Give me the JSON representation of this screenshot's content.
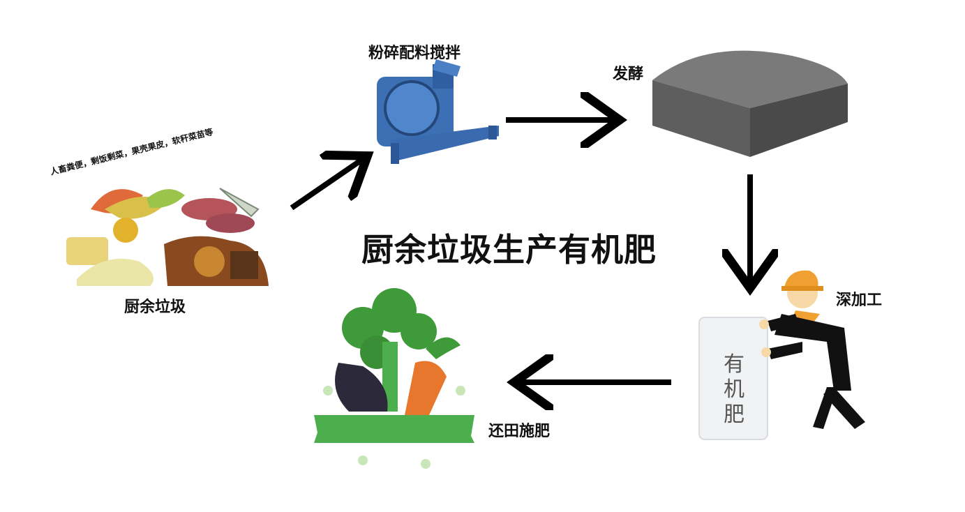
{
  "title": "厨余垃圾生产有机肥",
  "nodes": {
    "waste": {
      "label": "厨余垃圾",
      "caption": "人畜粪便，剩饭剩菜，果壳果皮，软秆菜苗等"
    },
    "crush": {
      "label": "粉碎配料搅拌"
    },
    "ferment": {
      "label": "发酵"
    },
    "process": {
      "label": "深加工",
      "bag_text": [
        "有",
        "机",
        "肥"
      ]
    },
    "field": {
      "label": "还田施肥"
    }
  },
  "colors": {
    "machine": "#3d6fb5",
    "dome": "#6b6b6b",
    "helmet": "#f0a030",
    "veg_green": "#3f9a3a",
    "carrot": "#e8772e",
    "ground": "#4cae4c"
  }
}
